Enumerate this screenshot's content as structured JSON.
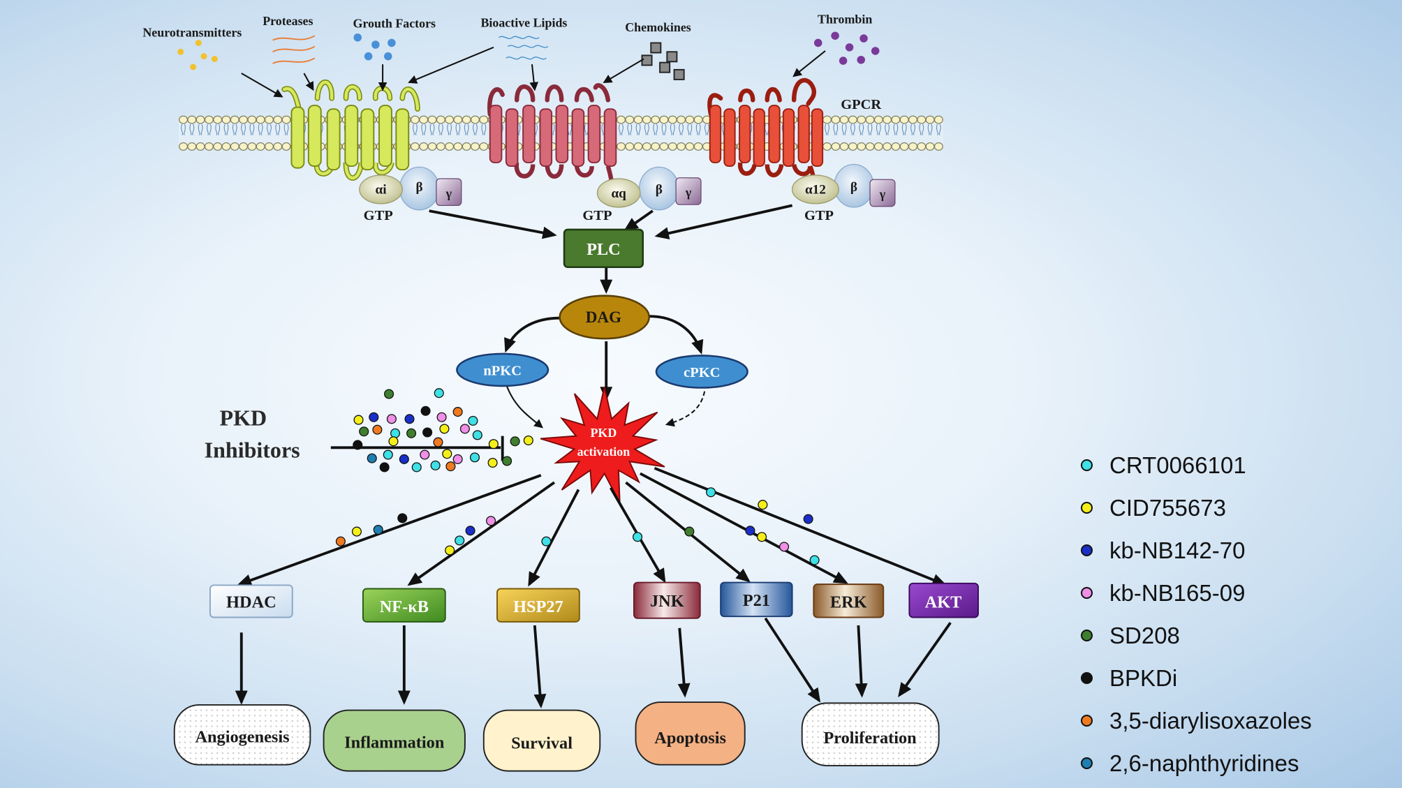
{
  "ligands": {
    "neurotransmitters": "Neurotransmitters",
    "proteases": "Proteases",
    "growth_factors": "Grouth Factors",
    "bioactive_lipids": "Bioactive Lipids",
    "chemokines": "Chemokines",
    "thrombin": "Thrombin"
  },
  "receptor_label": "GPCR",
  "gproteins": [
    {
      "alpha": "αi",
      "beta": "β",
      "gamma": "γ",
      "gtp": "GTP"
    },
    {
      "alpha": "αq",
      "beta": "β",
      "gamma": "γ",
      "gtp": "GTP"
    },
    {
      "alpha": "α12",
      "beta": "β",
      "gamma": "γ",
      "gtp": "GTP"
    }
  ],
  "cascade": {
    "plc": "PLC",
    "dag": "DAG",
    "npkc": "nPKC",
    "cpkc": "cPKC",
    "pkd_line1": "PKD",
    "pkd_line2": "activation"
  },
  "inhibitors_title": {
    "line1": "PKD",
    "line2": "Inhibitors"
  },
  "targets": [
    "HDAC",
    "NF-κB",
    "HSP27",
    "JNK",
    "P21",
    "ERK",
    "AKT"
  ],
  "outcomes": [
    "Angiogenesis",
    "Inflammation",
    "Survival",
    "Apoptosis",
    "Proliferation"
  ],
  "legend": [
    {
      "label": "CRT0066101",
      "color": "#3fe0e6"
    },
    {
      "label": "CID755673",
      "color": "#f4ef1a"
    },
    {
      "label": "kb-NB142-70",
      "color": "#1a2fc8"
    },
    {
      "label": "kb-NB165-09",
      "color": "#ef8fe6"
    },
    {
      "label": "SD208",
      "color": "#3f7f2f"
    },
    {
      "label": "BPKDi",
      "color": "#111111"
    },
    {
      "label": "3,5-diarylisoxazoles",
      "color": "#ef7a1f"
    },
    {
      "label": "2,6-naphthyridines",
      "color": "#1f7fb0"
    }
  ],
  "colors": {
    "receptor_1": "#d6e85c",
    "receptor_2": "#d66a78",
    "receptor_3": "#e8503a",
    "plc": "#4a7a2e",
    "dag": "#b8860b",
    "pkc": "#3f8fd0",
    "pkd_star": "#ee1c1c"
  }
}
